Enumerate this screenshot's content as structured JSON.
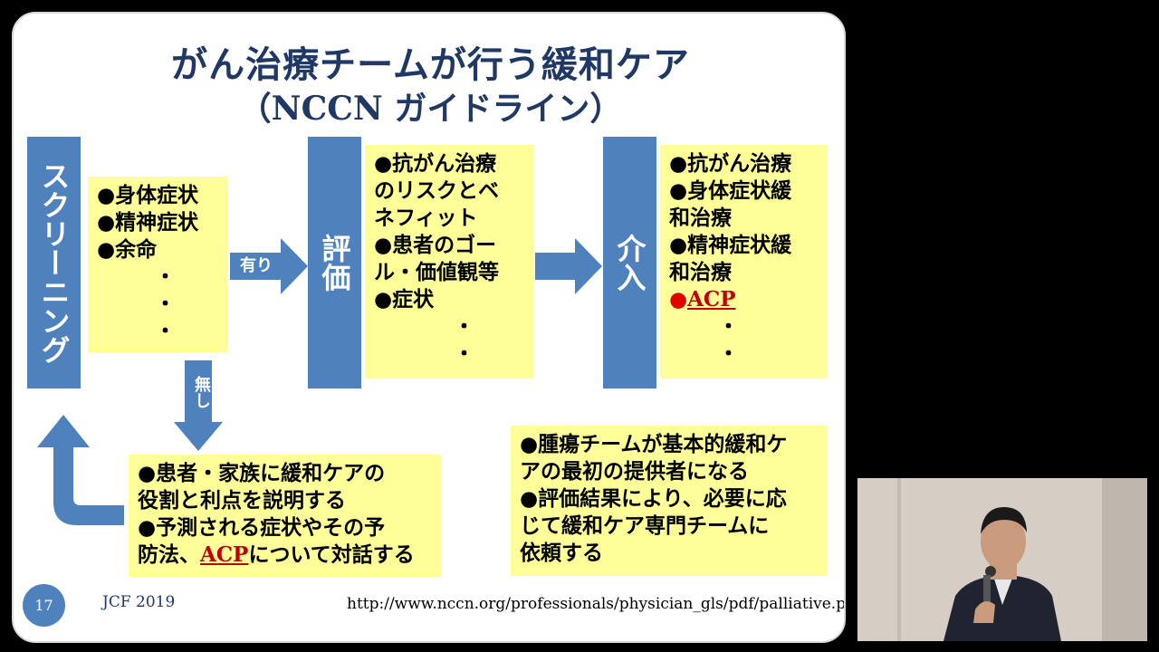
{
  "slide": {
    "title_line1": "がん治療チームが行う緩和ケア",
    "title_line2": "（NCCN ガイドライン）",
    "screening_label": "スクリーニング",
    "evaluation_label": "評価",
    "intervention_label": "介入",
    "arrow_yes_label": "有り",
    "arrow_no_label": "無し",
    "screening_items": [
      "●身体症状",
      "●精神症状",
      "●余命",
      "・",
      "・",
      "・"
    ],
    "evaluation_items": [
      "●抗がん治療",
      "のリスクとベ",
      "ネフィット",
      "●患者のゴー",
      "ル・価値観等",
      "●症状",
      "・",
      "・"
    ],
    "intervention_items": [
      "●抗がん治療",
      "●身体症状緩",
      "和治療",
      "●精神症状緩",
      "和治療"
    ],
    "intervention_acp_bullet": "●",
    "intervention_acp": "ACP",
    "intervention_dots": [
      "・",
      "・"
    ],
    "bottom_left_lines": [
      "●患者・家族に緩和ケアの",
      "役割と利点を説明する",
      "●予測される症状やその予"
    ],
    "bottom_left_last_prefix": "防法、",
    "bottom_left_last_acp": "ACP",
    "bottom_left_last_suffix": "について対話する",
    "bottom_right_lines": [
      "●腫瘍チームが基本的緩和ケ",
      "アの最初の提供者になる",
      "●評価結果により、必要に応",
      "じて緩和ケア専門チームに",
      "依頼する"
    ],
    "page_number": "17",
    "footer_left": "JCF 2019",
    "footer_url": "http://www.nccn.org/professionals/physician_gls/pdf/palliative.pdf",
    "accent_color": "#4f81bd",
    "box_color": "#ffff99",
    "title_color": "#1f3864"
  }
}
